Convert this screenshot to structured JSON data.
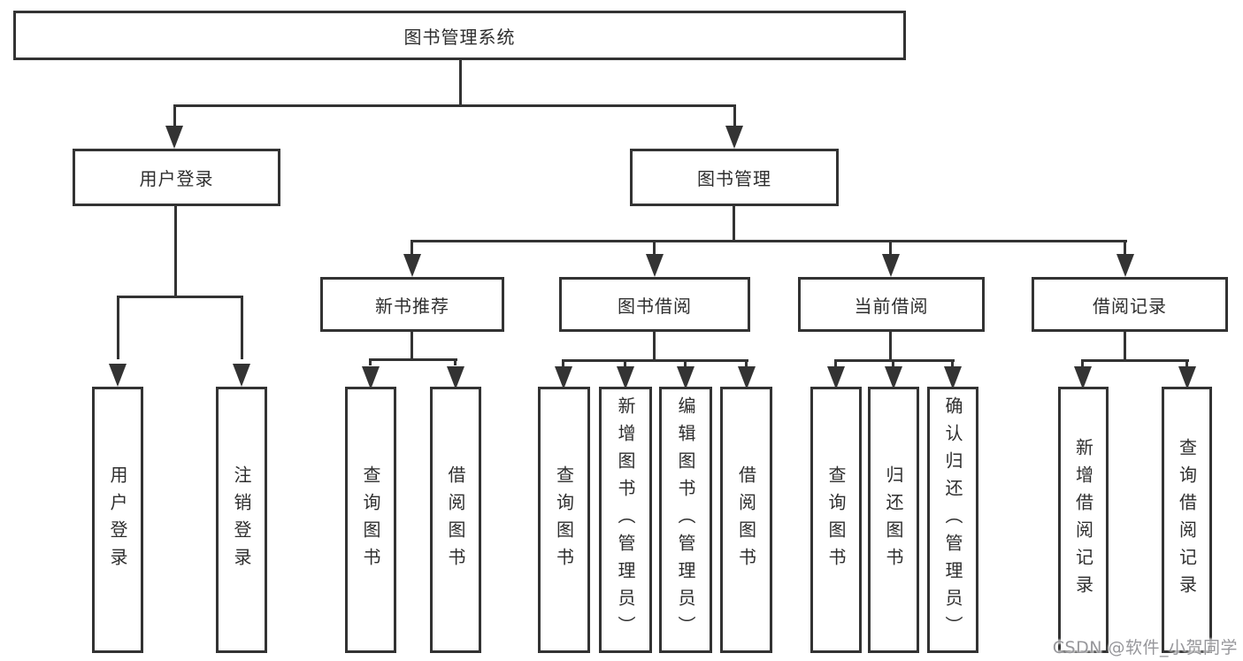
{
  "tree": {
    "root": {
      "label": "图书管理系统",
      "children": [
        {
          "label": "用户登录",
          "children": [
            {
              "label": "用户登录"
            },
            {
              "label": "注销登录"
            }
          ]
        },
        {
          "label": "图书管理",
          "children": [
            {
              "label": "新书推荐",
              "children": [
                {
                  "label": "查询图书"
                },
                {
                  "label": "借阅图书"
                }
              ]
            },
            {
              "label": "图书借阅",
              "children": [
                {
                  "label": "查询图书"
                },
                {
                  "label": "新增图书（管理员）"
                },
                {
                  "label": "编辑图书（管理员）"
                },
                {
                  "label": "借阅图书"
                }
              ]
            },
            {
              "label": "当前借阅",
              "children": [
                {
                  "label": "查询图书"
                },
                {
                  "label": "归还图书"
                },
                {
                  "label": "确认归还（管理员）"
                }
              ]
            },
            {
              "label": "借阅记录",
              "children": [
                {
                  "label": "新增借阅记录"
                },
                {
                  "label": "查询借阅记录"
                }
              ]
            }
          ]
        }
      ]
    }
  },
  "watermark": {
    "text": "CSDN @软件_小贺同学"
  },
  "colors": {
    "line": "#333333",
    "text": "#2e2e2e",
    "background": "#ffffff",
    "watermark": "#97979b"
  }
}
